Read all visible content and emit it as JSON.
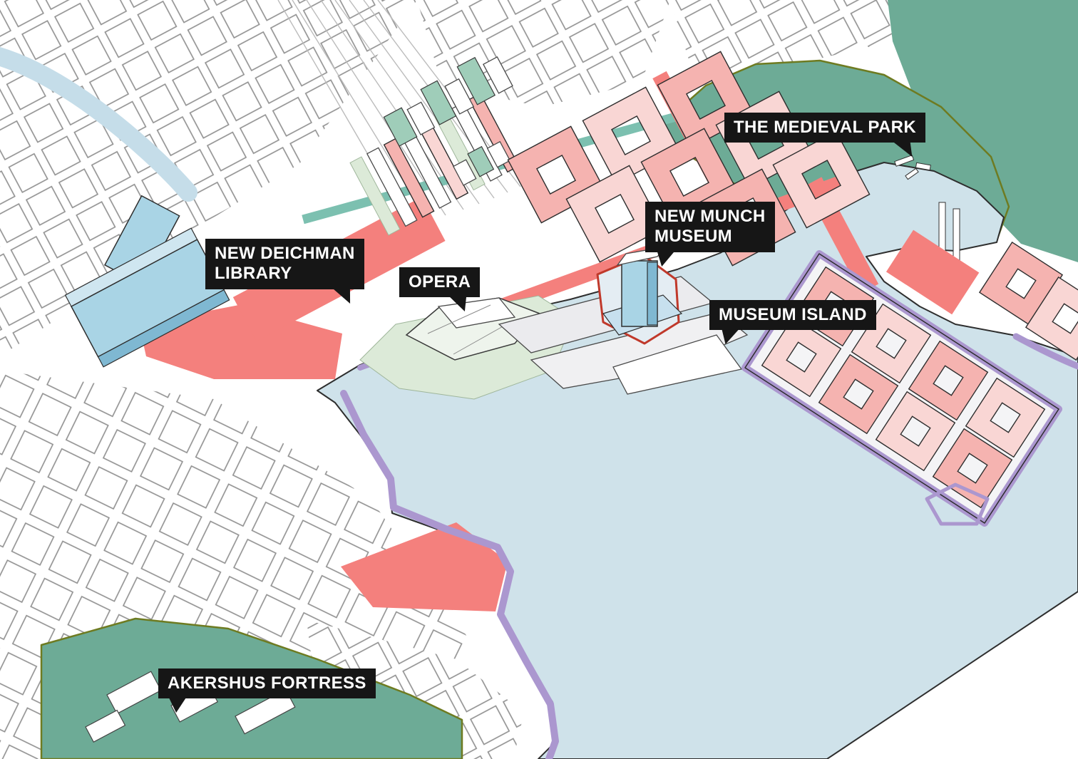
{
  "map": {
    "labels": {
      "medieval_park": {
        "text": "THE MEDIEVAL PARK"
      },
      "new_munch_museum": {
        "line1": "NEW MUNCH",
        "line2": "MUSEUM"
      },
      "new_deichman_library": {
        "line1": "NEW DEICHMAN",
        "line2": "LIBRARY"
      },
      "opera": {
        "text": "OPERA"
      },
      "museum_island": {
        "text": "MUSEUM ISLAND"
      },
      "akershus_fortress": {
        "text": "AKERSHUS FORTRESS"
      }
    },
    "colors": {
      "water": "#cfe2ea",
      "river": "#c5dde9",
      "park_green": "#6dab96",
      "park_outline": "#6e7b21",
      "pink_building": "#f5b3b0",
      "pink_light": "#f9d6d4",
      "red_plaza": "#f4807d",
      "purple_promenade": "#ab97cf",
      "blue_building": "#a9d4e5",
      "blue_building_dark": "#7fb8d2",
      "pale_green": "#dcead8",
      "teal_strip": "#7cc0b0",
      "gray_building": "#e7e7ea",
      "outline_dark": "#2e2e2e",
      "block_outline": "#8f8f8f",
      "label_bg": "#161616",
      "label_text": "#ffffff"
    }
  }
}
